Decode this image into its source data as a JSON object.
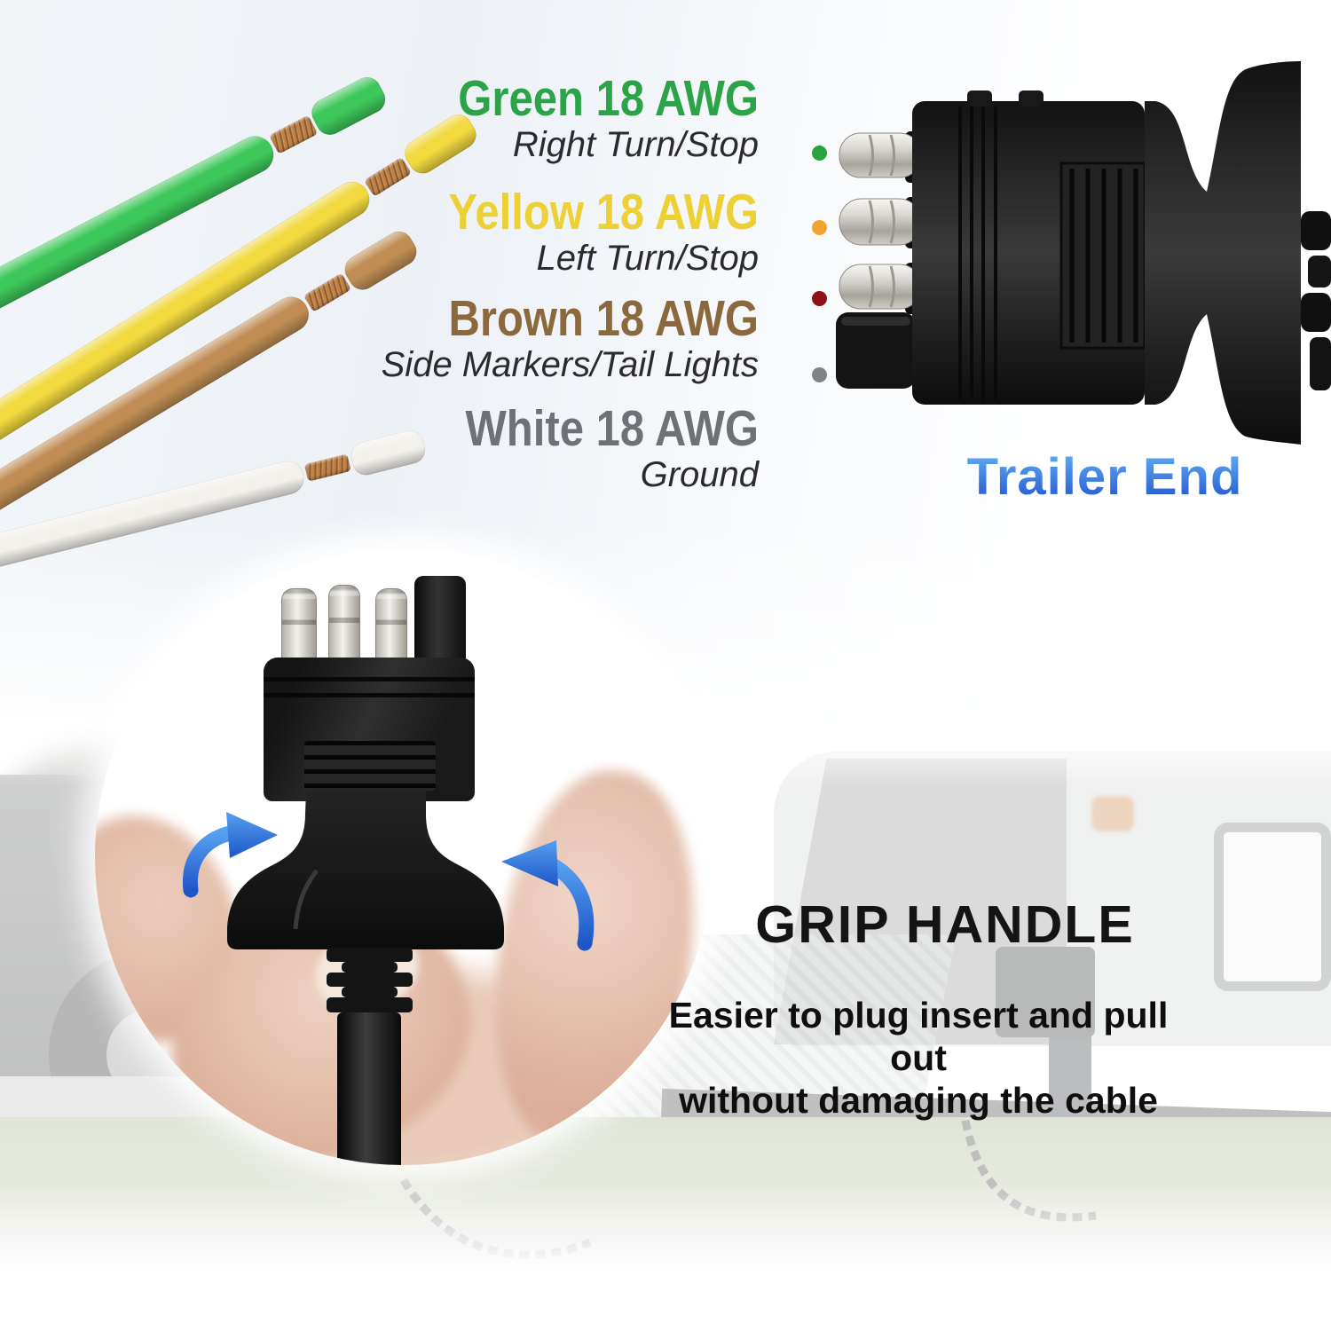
{
  "wire_diagram": {
    "wires": [
      {
        "id": "green",
        "label": "Green 18 AWG",
        "function": "Right Turn/Stop",
        "label_color": "#2ba447",
        "insulation_color": "#3ec85b"
      },
      {
        "id": "yellow",
        "label": "Yellow 18 AWG",
        "function": "Left Turn/Stop",
        "label_color": "#ecd034",
        "insulation_color": "#f2d93f"
      },
      {
        "id": "brown",
        "label": "Brown 18 AWG",
        "function": "Side Markers/Tail Lights",
        "label_color": "#8b693c",
        "insulation_color": "#c08e55"
      },
      {
        "id": "white",
        "label": "White 18 AWG",
        "function": "Ground",
        "label_color": "#6e7276",
        "insulation_color": "#f3f1ec"
      }
    ],
    "copper_color": "#bf8044"
  },
  "trailer_end": {
    "caption": "Trailer End",
    "caption_gradient_top": "#5fa9f2",
    "caption_gradient_bottom": "#2457d0",
    "pin_indicator_dots": [
      "#2aa33d",
      "#f1a530",
      "#8e1115",
      "#808285"
    ]
  },
  "grip_handle": {
    "title": "GRIP HANDLE",
    "description": [
      "Easier to plug insert and pull out",
      "without damaging the cable"
    ],
    "arrow_color_top": "#55a0ef",
    "arrow_color_bottom": "#1e56c8"
  },
  "icons": {
    "left_arrow": "curved-rotate-arrow-icon",
    "right_arrow": "curved-rotate-arrow-icon"
  }
}
